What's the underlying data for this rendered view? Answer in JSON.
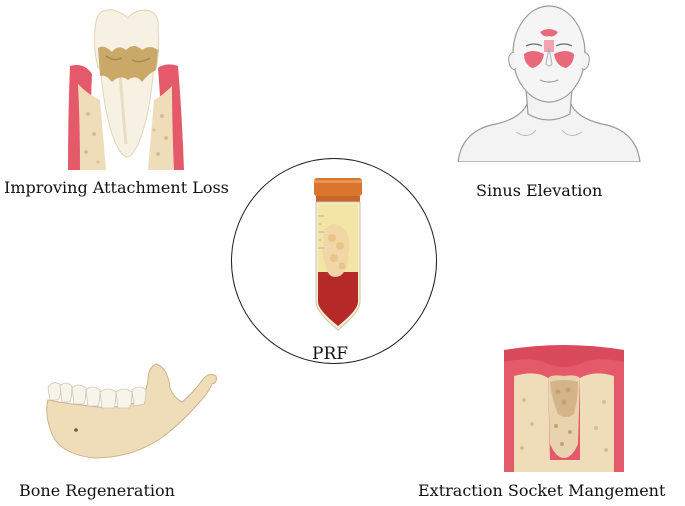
{
  "center": {
    "label": "PRF",
    "icon": "prf-tube-icon"
  },
  "applications": {
    "top_left": {
      "label": "Improving Attachment Loss",
      "icon": "periodontal-tooth-icon"
    },
    "top_right": {
      "label": "Sinus Elevation",
      "icon": "sinus-face-icon"
    },
    "bottom_left": {
      "label": "Bone Regeneration",
      "icon": "mandible-icon"
    },
    "bottom_right": {
      "label": "Extraction Socket Mangement",
      "icon": "extraction-socket-icon"
    }
  },
  "colors": {
    "gum": "#e45a6a",
    "bone": "#efdcb8",
    "tooth": "#f7f1e3",
    "calculus": "#c9a868",
    "cap": "#d9752e",
    "plasma": "#f3e5a6",
    "red_cells": "#b52a28"
  }
}
